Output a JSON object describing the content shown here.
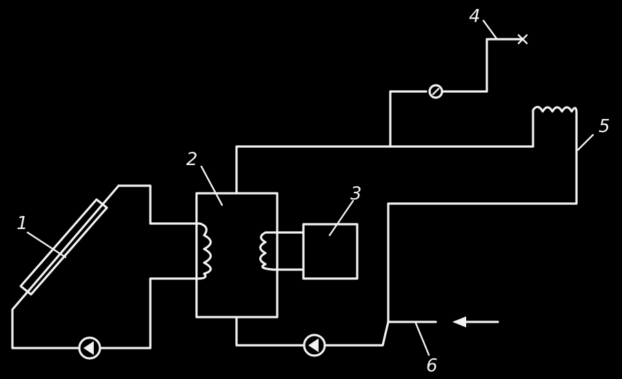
{
  "labels": {
    "l1": "1",
    "l2": "2",
    "l3": "3",
    "l4": "4",
    "l5": "5",
    "l6": "6"
  },
  "colors": {
    "background": "#000000",
    "line": "#f2f2f2"
  }
}
